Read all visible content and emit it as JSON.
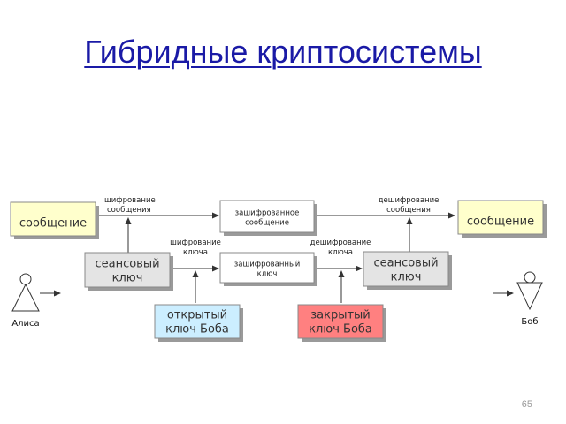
{
  "title": "Гибридные криптосистемы",
  "colors": {
    "title": "#1a1aa6",
    "message_box": "#ffffcc",
    "gray_box": "#e4e4e4",
    "white_box": "#ffffff",
    "public_key_box": "#cceeff",
    "private_key_box": "#ff8080",
    "shadow": "#9a9a9a"
  },
  "diagram": {
    "message_left": "сообщение",
    "message_right": "сообщение",
    "encrypted_message": [
      "зашифрованное",
      "сообщение"
    ],
    "encrypted_key": [
      "зашифрованный",
      "ключ"
    ],
    "session_key_left": [
      "сеансовый",
      "ключ"
    ],
    "session_key_right": [
      "сеансовый",
      "ключ"
    ],
    "public_key": [
      "открытый",
      "ключ Боба"
    ],
    "private_key": [
      "закрытый",
      "ключ Боба"
    ],
    "label_encrypt_message": [
      "шифрование",
      "сообщения"
    ],
    "label_encrypt_key": [
      "шифрование",
      "ключа"
    ],
    "label_decrypt_key": [
      "дешифрование",
      "ключа"
    ],
    "label_decrypt_message": [
      "дешифрование",
      "сообщения"
    ],
    "actor_left": "Алиса",
    "actor_right": "Боб"
  },
  "page_number": "65"
}
